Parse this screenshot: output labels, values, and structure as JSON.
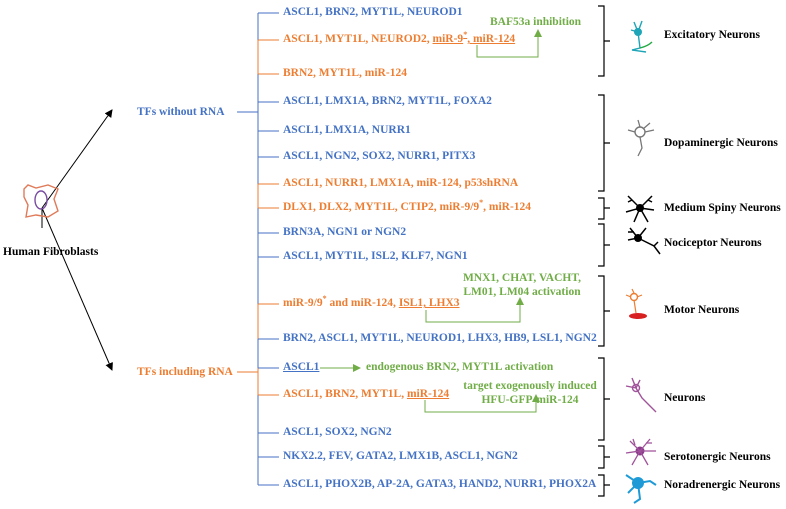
{
  "root": {
    "label": "Human Fibroblasts"
  },
  "branches": {
    "without_rna": "TFs without RNA",
    "including_rna": "TFs including RNA"
  },
  "rows": [
    {
      "parts": [
        {
          "text": "ASCL1, BRN2, MYT1L, NEUROD1"
        }
      ],
      "color": "#4472c4"
    },
    {
      "parts": [
        {
          "text": "ASCL1, MYT1L, NEUROD2, "
        },
        {
          "text": "miR-9",
          "underline": true
        },
        {
          "text": "*",
          "sup": true,
          "underline": true
        },
        {
          "text": ", ",
          "underline": true
        },
        {
          "text": "miR-124",
          "underline": true
        }
      ],
      "color": "#ed7d31"
    },
    {
      "parts": [
        {
          "text": "BRN2, MYT1L, miR-124"
        }
      ],
      "color": "#ed7d31"
    },
    {
      "parts": [
        {
          "text": "ASCL1, LMX1A, BRN2, MYT1L, FOXA2"
        }
      ],
      "color": "#4472c4"
    },
    {
      "parts": [
        {
          "text": "ASCL1, LMX1A, NURR1"
        }
      ],
      "color": "#4472c4"
    },
    {
      "parts": [
        {
          "text": "ASCL1, NGN2, SOX2, NURR1, PITX3"
        }
      ],
      "color": "#4472c4"
    },
    {
      "parts": [
        {
          "text": "ASCL1, NURR1, LMX1A, miR-124, p53shRNA"
        }
      ],
      "color": "#ed7d31"
    },
    {
      "parts": [
        {
          "text": "DLX1, DLX2, MYT1L, CTIP2, miR-9/9"
        },
        {
          "text": "*",
          "sup": true
        },
        {
          "text": ", miR-124"
        }
      ],
      "color": "#ed7d31"
    },
    {
      "parts": [
        {
          "text": "BRN3A, NGN1 or NGN2"
        }
      ],
      "color": "#4472c4"
    },
    {
      "parts": [
        {
          "text": "ASCL1, MYT1L, ISL2, KLF7, NGN1"
        }
      ],
      "color": "#4472c4"
    },
    {
      "parts": [
        {
          "text": "miR-9/9"
        },
        {
          "text": "*",
          "sup": true
        },
        {
          "text": " and miR-124, "
        },
        {
          "text": "ISL1, LHX3",
          "underline": true
        }
      ],
      "color": "#ed7d31"
    },
    {
      "parts": [
        {
          "text": "BRN2, ASCL1, MYT1L, NEUROD1, LHX3, HB9, LSL1, NGN2"
        }
      ],
      "color": "#4472c4"
    },
    {
      "parts": [
        {
          "text": "ASCL1",
          "underline": true
        }
      ],
      "color": "#4472c4"
    },
    {
      "parts": [
        {
          "text": "ASCL1, BRN2, MYT1L, "
        },
        {
          "text": "miR-124",
          "underline": true
        }
      ],
      "color": "#ed7d31"
    },
    {
      "parts": [
        {
          "text": "ASCL1, SOX2, NGN2"
        }
      ],
      "color": "#4472c4"
    },
    {
      "parts": [
        {
          "text": "NKX2.2, FEV, GATA2, LMX1B, ASCL1, NGN2"
        }
      ],
      "color": "#4472c4"
    },
    {
      "parts": [
        {
          "text": "ASCL1, PHOX2B, AP-2A, GATA3, HAND2, NURR1, PHOX2A"
        }
      ],
      "color": "#4472c4"
    }
  ],
  "annotations": {
    "baf53a": "BAF53a inhibition",
    "motor_activation": [
      "MNX1, CHAT, VACHT,",
      "LM01, LM04 activation"
    ],
    "endogenous": "endogenous BRN2, MYT1L activation",
    "exogenous": [
      "target exogenously induced",
      "HFU-GFP-miR-124"
    ]
  },
  "neuron_types": [
    "Excitatory Neurons",
    "Dopaminergic Neurons",
    "Medium Spiny Neurons",
    "Nociceptor Neurons",
    "Motor Neurons",
    "Neurons",
    "Serotonergic Neurons",
    "Noradrenergic Neurons"
  ],
  "colors": {
    "blue": "#4472c4",
    "orange": "#ed7d31",
    "green": "#70ad47",
    "black": "#000000",
    "purple": "#a0529a",
    "red": "#d92020",
    "cyan": "#1e9bd7"
  },
  "icons": [
    "fibroblast-cell-icon",
    "excitatory-neuron-icon",
    "dopaminergic-neuron-icon",
    "medium-spiny-neuron-icon",
    "nociceptor-neuron-icon",
    "motor-neuron-icon",
    "neuron-icon",
    "serotonergic-neuron-icon",
    "noradrenergic-neuron-icon"
  ]
}
